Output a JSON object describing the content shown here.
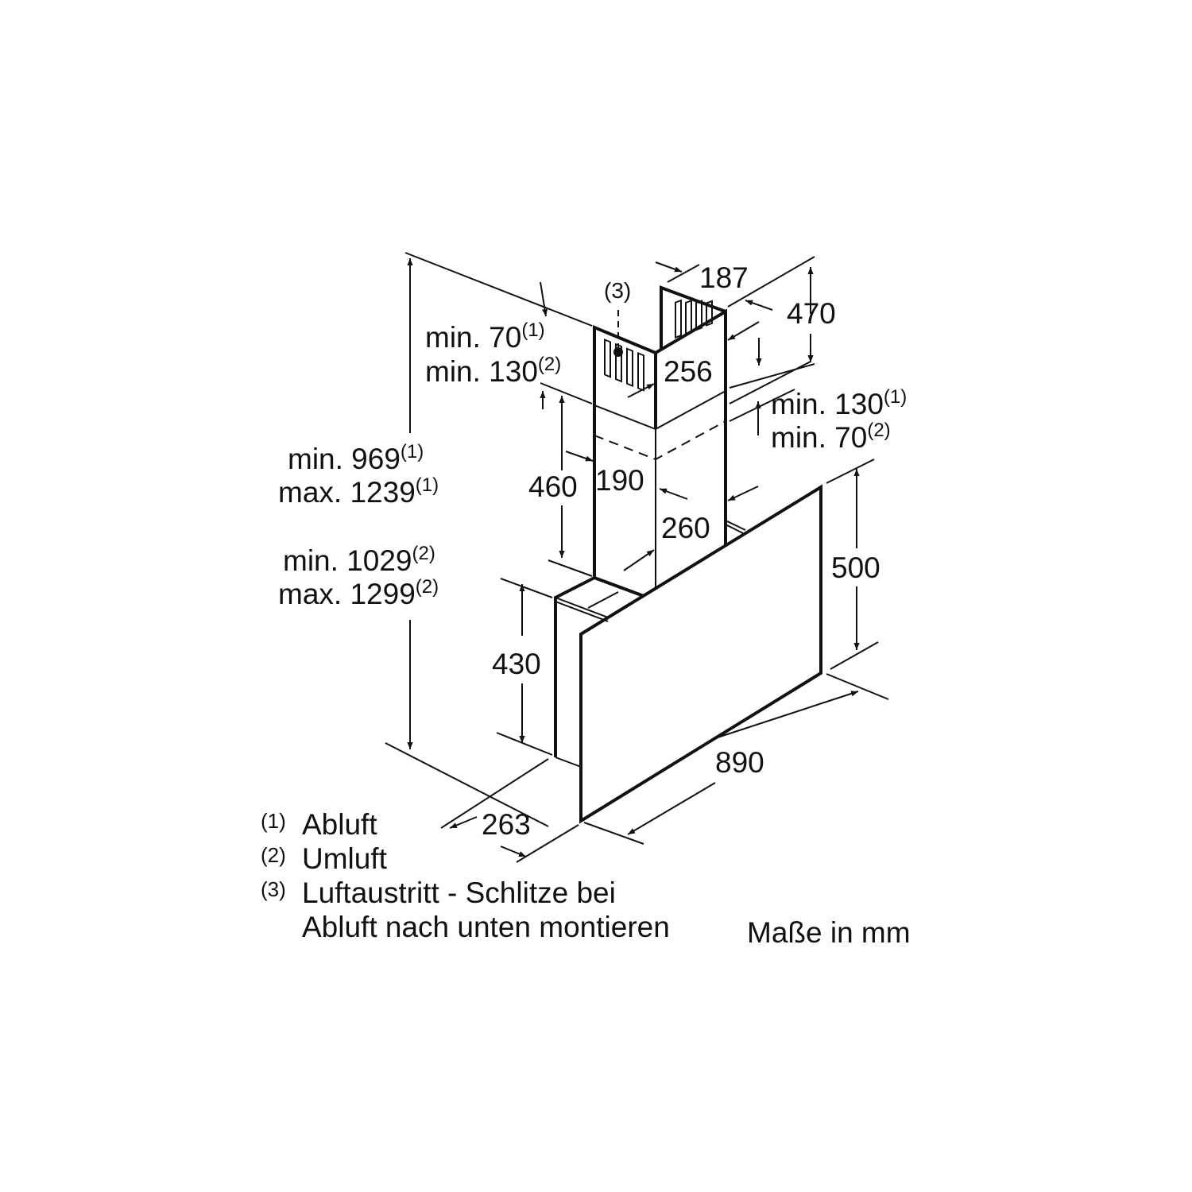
{
  "dimensions": {
    "d187": "187",
    "d470": "470",
    "d256": "256",
    "d190": "190",
    "d460": "460",
    "d260": "260",
    "d500": "500",
    "d430": "430",
    "d890": "890",
    "d263": "263",
    "min70_1": {
      "text": "min. 70",
      "ref": "(1)"
    },
    "min130_2": {
      "text": "min. 130",
      "ref": "(2)"
    },
    "min130_1": {
      "text": "min. 130",
      "ref": "(1)"
    },
    "min70_2": {
      "text": "min. 70",
      "ref": "(2)"
    },
    "min969": {
      "text": "min. 969",
      "ref": "(1)"
    },
    "max1239": {
      "text": "max. 1239",
      "ref": "(1)"
    },
    "min1029": {
      "text": "min. 1029",
      "ref": "(2)"
    },
    "max1299": {
      "text": "max. 1299",
      "ref": "(2)"
    },
    "callout3": "(3)"
  },
  "legend": [
    {
      "ref": "(1)",
      "text": "Abluft"
    },
    {
      "ref": "(2)",
      "text": "Umluft"
    },
    {
      "ref": "(3)",
      "text": "Luftaustritt - Schlitze bei",
      "text2": "Abluft nach unten montieren"
    }
  ],
  "units_note": "Maße in mm"
}
